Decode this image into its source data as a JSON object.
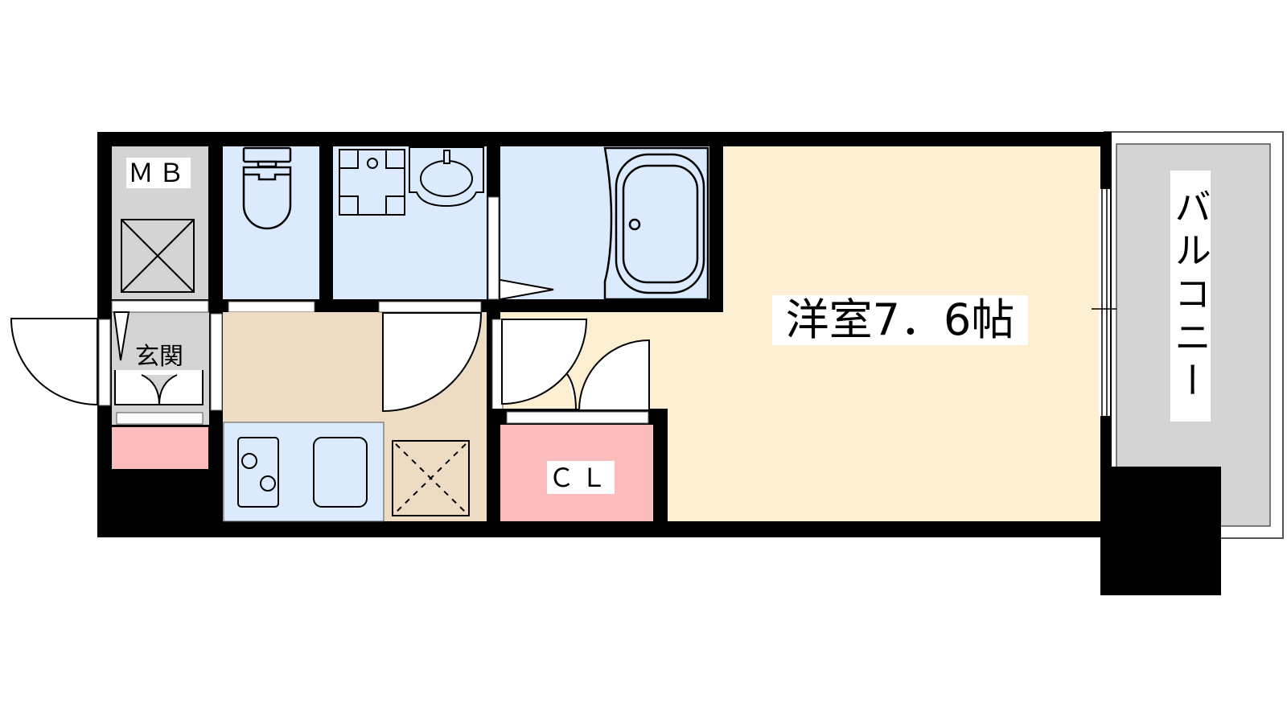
{
  "floor_plan": {
    "colors": {
      "wall": "#000000",
      "wet_area": "#dbeafc",
      "kitchen_floor": "#eddcc3",
      "room_floor": "#fdf0d2",
      "closet": "#fbbcbc",
      "utility": "#d4d4d4",
      "balcony": "#d4d4d4"
    },
    "rooms": {
      "meter_box": {
        "label": "ＭＢ"
      },
      "entrance": {
        "label": "玄関"
      },
      "closet": {
        "label": "ＣＬ"
      },
      "western_room": {
        "label": "洋室7．6帖",
        "type": "洋室",
        "size_jo": 7.6
      },
      "balcony": {
        "label": "バルコニー"
      }
    },
    "fixtures": [
      "toilet",
      "washing-machine-pan",
      "washbasin",
      "bathtub",
      "two-burner-stove",
      "kitchen-sink",
      "refrigerator-space",
      "shoe-cabinet"
    ]
  }
}
